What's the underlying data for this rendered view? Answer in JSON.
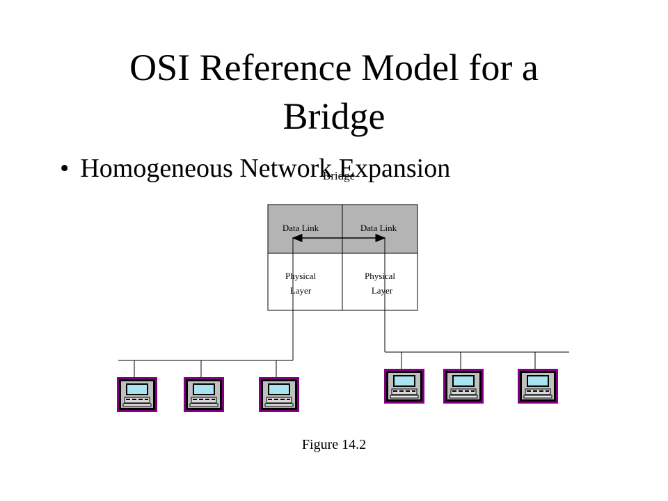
{
  "title": "OSI Reference Model for a Bridge",
  "bullet": "Homogeneous Network Expansion",
  "diagram": {
    "bridge_label": "Bridge",
    "left_column": {
      "upper": "Data Link",
      "lower_line1": "Physical",
      "lower_line2": "Layer"
    },
    "right_column": {
      "upper": "Data Link",
      "lower_line1": "Physical",
      "lower_line2": "Layer"
    },
    "colors": {
      "data_link_fill": "#b4b4b4",
      "monitor_frame": "#800080",
      "screen": "#a8e4f0"
    },
    "icons": [
      "computer-icon",
      "computer-icon",
      "computer-icon",
      "computer-icon",
      "computer-icon",
      "computer-icon"
    ]
  },
  "caption": "Figure 14.2"
}
